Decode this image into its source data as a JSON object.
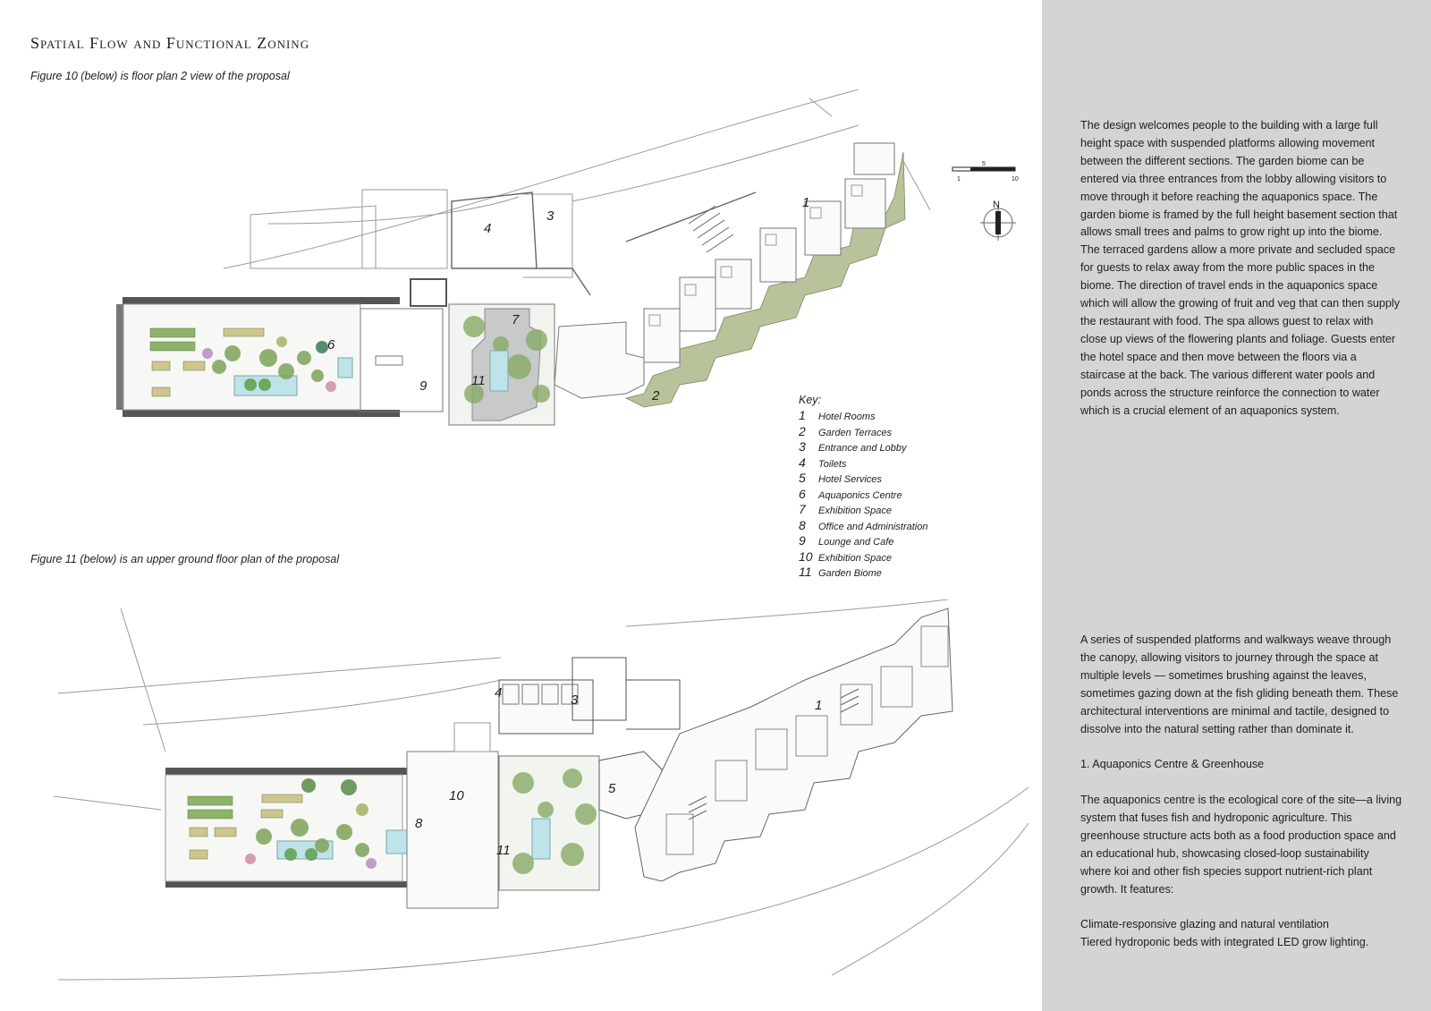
{
  "title": "Spatial Flow and Functional Zoning",
  "figure10_caption": "Figure 10 (below) is floor plan 2 view of the proposal",
  "figure11_caption": "Figure 11 (below) is an upper ground floor plan of the proposal",
  "scale_bar": {
    "labels": [
      "1",
      "5",
      "10"
    ]
  },
  "north_label": "N",
  "key": {
    "title": "Key:",
    "items": [
      {
        "num": "1",
        "label": "Hotel Rooms"
      },
      {
        "num": "2",
        "label": "Garden Terraces"
      },
      {
        "num": "3",
        "label": "Entrance and Lobby"
      },
      {
        "num": "4",
        "label": "Toilets"
      },
      {
        "num": "5",
        "label": "Hotel Services"
      },
      {
        "num": "6",
        "label": "Aquaponics Centre"
      },
      {
        "num": "7",
        "label": "Exhibition Space"
      },
      {
        "num": "8",
        "label": "Office and Administration"
      },
      {
        "num": "9",
        "label": "Lounge and Cafe"
      },
      {
        "num": "10",
        "label": "Exhibition Space"
      },
      {
        "num": "11",
        "label": "Garden Biome"
      }
    ]
  },
  "plan_upper_labels": [
    "1",
    "2",
    "3",
    "4",
    "6",
    "7",
    "9",
    "11"
  ],
  "plan_lower_labels": [
    "1",
    "3",
    "4",
    "5",
    "8",
    "10",
    "11"
  ],
  "sidebar": {
    "paragraph1": "The design welcomes people to the building with a large full height space with suspended platforms allowing movement between the different sections. The garden biome can be entered via three entrances from the lobby allowing visitors to move through it before reaching the aquaponics space. The garden biome is framed by the full height basement section that allows small trees and palms to grow right up into the biome. The terraced gardens allow a more private and secluded space for guests to relax away from the more public spaces in the biome. The direction of travel ends in the aquaponics space which will allow the growing of fruit and veg that can then supply the restaurant with food. The spa allows guest to relax with close up views of the flowering plants and foliage. Guests enter the hotel space and then move between the floors via a staircase at the back. The various different water pools and ponds across the structure reinforce the connection to water which is a crucial element of an aquaponics system.",
    "paragraph2": "A series of suspended platforms and walkways weave through the canopy, allowing visitors to journey through the space at multiple levels — sometimes brushing against the leaves, sometimes gazing down at the fish gliding beneath them. These architectural interventions are minimal and tactile, designed to dissolve into the natural setting rather than dominate it.",
    "heading": "1. Aquaponics Centre & Greenhouse",
    "paragraph3": "The aquaponics centre is the ecological core of the site—a living system that fuses fish and hydroponic agriculture. This greenhouse structure acts both as a food production space and an educational hub, showcasing closed-loop sustainability where koi and other fish species support nutrient-rich plant growth. It features:",
    "feature1": "Climate-responsive glazing and natural ventilation",
    "feature2": "Tiered hydroponic beds with integrated LED grow lighting."
  },
  "colors": {
    "sidebar_bg": "#d3d4d6",
    "greenery": "#7ea35a",
    "terrace": "#aeb895",
    "water": "#bfe3ea",
    "wall": "#555555"
  }
}
